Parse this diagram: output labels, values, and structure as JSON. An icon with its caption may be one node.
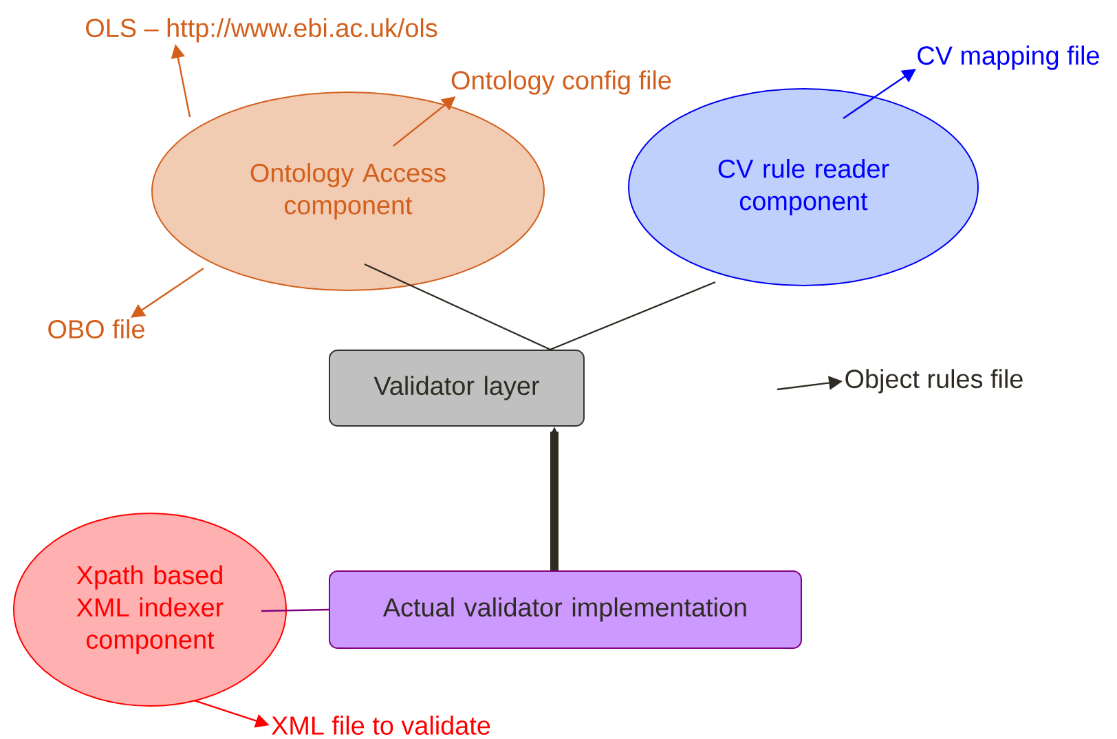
{
  "diagram": {
    "nodes": [
      {
        "text": [
          "Ontology Access component"
        ]
      },
      {
        "text": [
          "CV rule reader component"
        ]
      },
      {
        "text": [
          "Validator layer"
        ]
      },
      {
        "text": [
          "Actual validator implementation"
        ]
      },
      {
        "text": [
          "Xpath based XML indexer component"
        ]
      },
      {
        "text": [
          "OLS – http://www.ebi.ac.uk/ols"
        ]
      },
      {
        "text": [
          "Ontology config file"
        ]
      },
      {
        "text": [
          "OBO file"
        ]
      },
      {
        "text": [
          "CV mapping file"
        ]
      },
      {
        "text": [
          "XML file to validate"
        ]
      },
      {
        "text": [
          "Object rules file"
        ]
      }
    ],
    "edges": [
      {
        "from": 0,
        "to": 5,
        "arrow": "to",
        "color": "#d35f1c"
      },
      {
        "from": 0,
        "to": 6,
        "arrow": "to",
        "color": "#d35f1c"
      },
      {
        "from": 0,
        "to": 7,
        "arrow": "to",
        "color": "#d35f1c"
      },
      {
        "from": 1,
        "to": 8,
        "arrow": "to",
        "color": "#0000ff"
      },
      {
        "from": 0,
        "to": 2,
        "arrow": "none",
        "color": "#2e2b22"
      },
      {
        "from": 1,
        "to": 2,
        "arrow": "none",
        "color": "#2e2b22"
      },
      {
        "from": 3,
        "to": 2,
        "arrow": "to",
        "style": "thick",
        "color": "#2e2b22"
      },
      {
        "from": 4,
        "to": 3,
        "arrow": "none",
        "color": "#800080"
      },
      {
        "from": 4,
        "to": 9,
        "arrow": "to",
        "color": "#ff0000"
      },
      {
        "from": null,
        "to": 10,
        "arrow": "to",
        "color": "#2e2b22"
      }
    ]
  }
}
